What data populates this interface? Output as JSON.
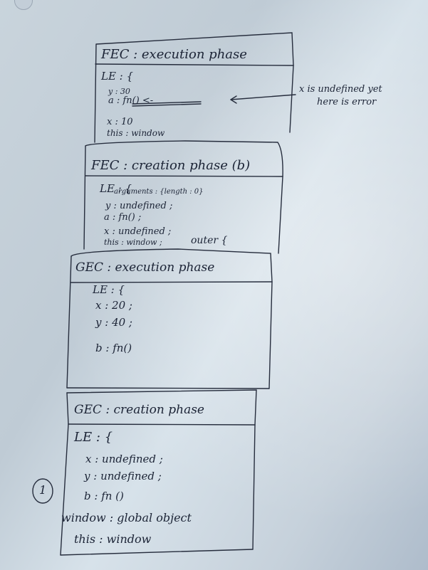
{
  "frame1": {
    "title": "FEC : execution phase",
    "le": "LE : {",
    "y": "y : 30",
    "a": "a : fn() <-",
    "x": "x : 10",
    "this": "this : window",
    "note_line1": "x is undefined yet",
    "note_line2": "here is error"
  },
  "frame2": {
    "title": "FEC : creation phase (b)",
    "le": "LE : {",
    "args": "arguments : {length : 0}",
    "y": "y : undefined ;",
    "a": "a : fn() ;",
    "x": "x : undefined ;",
    "this": "this : window ;",
    "outer": "outer {"
  },
  "frame3": {
    "title": "GEC : execution phase",
    "le": "LE : {",
    "x": "x : 20 ;",
    "y": "y : 40 ;",
    "b": "b : fn()"
  },
  "frame4": {
    "title": "GEC : creation phase",
    "le": "LE : {",
    "x": "x : undefined ;",
    "y": "y : undefined ;",
    "b": "b : fn ()",
    "window": "window : global object",
    "this": "this : window",
    "step_number": "1"
  }
}
